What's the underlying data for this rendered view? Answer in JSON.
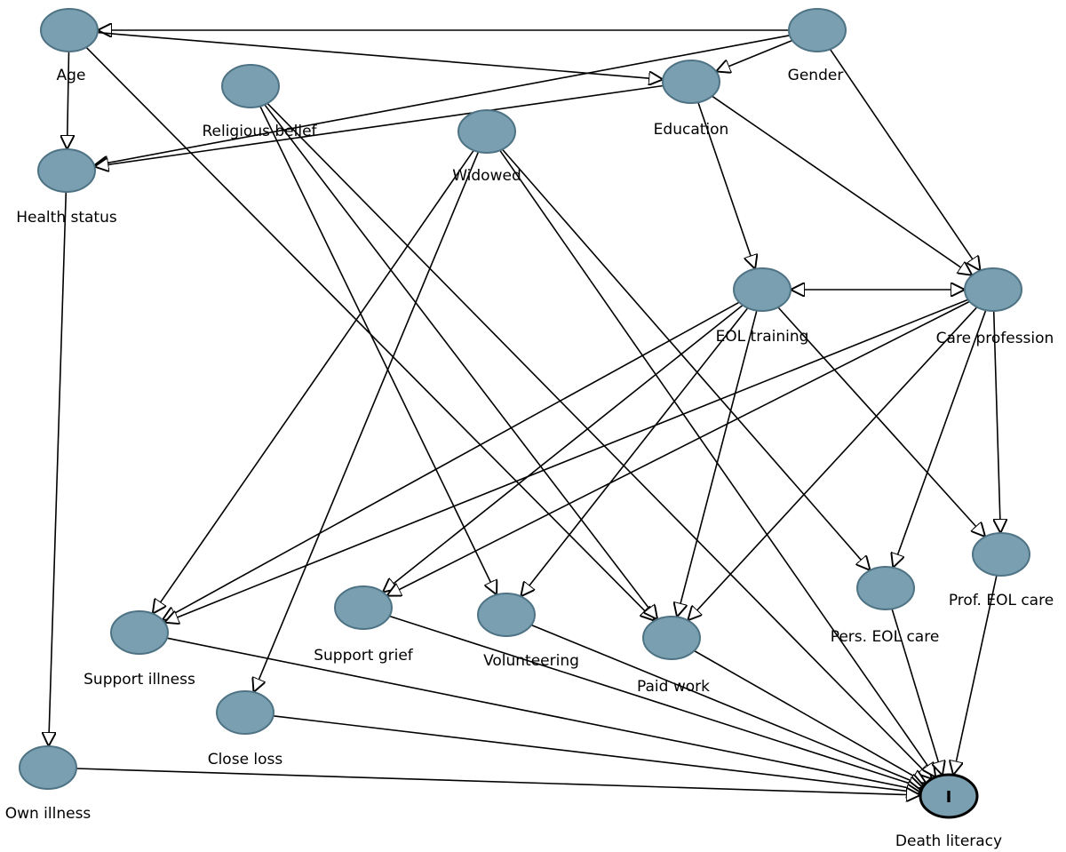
{
  "diagram": {
    "nodes": [
      {
        "id": "age",
        "label": "Age"
      },
      {
        "id": "gender",
        "label": "Gender"
      },
      {
        "id": "religious",
        "label": "Religious belief"
      },
      {
        "id": "education",
        "label": "Education"
      },
      {
        "id": "widowed",
        "label": "Widowed"
      },
      {
        "id": "health",
        "label": "Health status"
      },
      {
        "id": "eol_training",
        "label": "EOL training"
      },
      {
        "id": "care_prof",
        "label": "Care profession"
      },
      {
        "id": "prof_eol",
        "label": "Prof. EOL care"
      },
      {
        "id": "pers_eol",
        "label": "Pers. EOL care"
      },
      {
        "id": "support_grief",
        "label": "Support grief"
      },
      {
        "id": "volunteering",
        "label": "Volunteering"
      },
      {
        "id": "paid_work",
        "label": "Paid work"
      },
      {
        "id": "support_illness",
        "label": "Support illness"
      },
      {
        "id": "close_loss",
        "label": "Close loss"
      },
      {
        "id": "own_illness",
        "label": "Own illness"
      },
      {
        "id": "death_literacy",
        "label": "Death literacy",
        "outcome": true,
        "mark": "I"
      }
    ],
    "edges": [
      {
        "from": "gender",
        "to": "age"
      },
      {
        "from": "gender",
        "to": "education"
      },
      {
        "from": "gender",
        "to": "health"
      },
      {
        "from": "gender",
        "to": "care_prof"
      },
      {
        "from": "age",
        "to": "education"
      },
      {
        "from": "age",
        "to": "health"
      },
      {
        "from": "age",
        "to": "paid_work"
      },
      {
        "from": "education",
        "to": "health"
      },
      {
        "from": "education",
        "to": "eol_training"
      },
      {
        "from": "education",
        "to": "care_prof"
      },
      {
        "from": "religious",
        "to": "volunteering"
      },
      {
        "from": "religious",
        "to": "paid_work"
      },
      {
        "from": "religious",
        "to": "death_literacy"
      },
      {
        "from": "widowed",
        "to": "support_illness"
      },
      {
        "from": "widowed",
        "to": "close_loss"
      },
      {
        "from": "widowed",
        "to": "pers_eol"
      },
      {
        "from": "widowed",
        "to": "death_literacy"
      },
      {
        "from": "health",
        "to": "own_illness"
      },
      {
        "from": "eol_training",
        "to": "care_prof",
        "bidirectional": true
      },
      {
        "from": "eol_training",
        "to": "support_illness"
      },
      {
        "from": "eol_training",
        "to": "support_grief"
      },
      {
        "from": "eol_training",
        "to": "volunteering"
      },
      {
        "from": "eol_training",
        "to": "paid_work"
      },
      {
        "from": "eol_training",
        "to": "prof_eol"
      },
      {
        "from": "care_prof",
        "to": "support_illness"
      },
      {
        "from": "care_prof",
        "to": "support_grief"
      },
      {
        "from": "care_prof",
        "to": "paid_work"
      },
      {
        "from": "care_prof",
        "to": "pers_eol"
      },
      {
        "from": "care_prof",
        "to": "prof_eol"
      },
      {
        "from": "prof_eol",
        "to": "death_literacy"
      },
      {
        "from": "pers_eol",
        "to": "death_literacy"
      },
      {
        "from": "paid_work",
        "to": "death_literacy"
      },
      {
        "from": "volunteering",
        "to": "death_literacy"
      },
      {
        "from": "support_grief",
        "to": "death_literacy"
      },
      {
        "from": "support_illness",
        "to": "death_literacy"
      },
      {
        "from": "close_loss",
        "to": "death_literacy"
      },
      {
        "from": "own_illness",
        "to": "death_literacy"
      }
    ]
  },
  "colors": {
    "node_fill": "#7a9fb0",
    "node_stroke": "#4e7384",
    "outcome_stroke": "#000000",
    "edge": "#000000",
    "arrowhead_fill": "#ffffff",
    "background": "#ffffff"
  }
}
